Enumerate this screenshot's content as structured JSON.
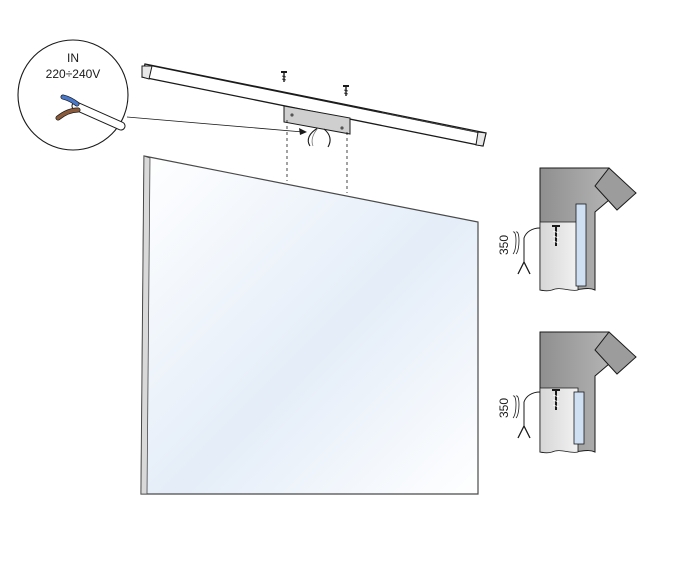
{
  "callout": {
    "line1": "IN",
    "line2": "220÷240V"
  },
  "detail_top": {
    "dimension": "350"
  },
  "detail_bottom": {
    "dimension": "350"
  },
  "colors": {
    "stroke": "#1a1a1a",
    "bar_fill": "#ffffff",
    "bracket_fill": "#cfcfcf",
    "wall_fill": "#9a9a9a",
    "wall_side": "#bdbdbd",
    "mirror_edge": "#4a4a4a",
    "mirror_glass_light": "#ffffff",
    "mirror_glass_tint": "#dfe9f7",
    "cable_brown": "#8a5a3a",
    "cable_blue": "#4a78c8"
  }
}
